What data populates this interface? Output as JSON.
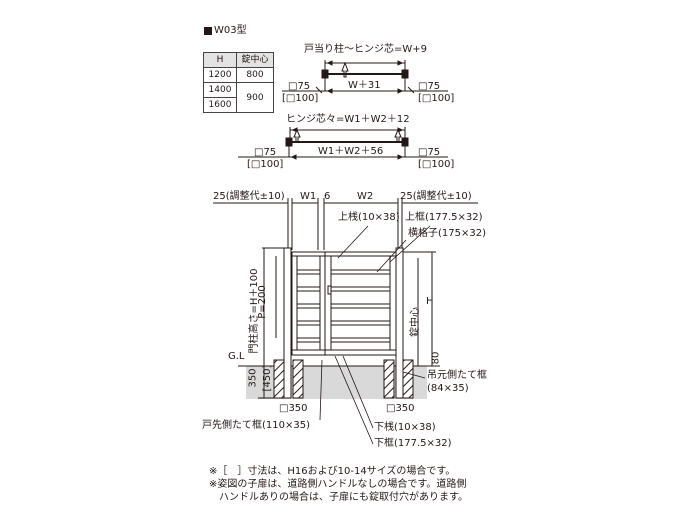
{
  "heading": "W03型",
  "table": {
    "headers": [
      "H",
      "錠中心"
    ],
    "rows": [
      {
        "h": "1200",
        "lock": "800"
      },
      {
        "h": "1400",
        "lock": "900"
      },
      {
        "h": "1600",
        "lock": ""
      }
    ]
  },
  "top_plan": {
    "title": "戸当り柱～ヒンジ芯=W+9",
    "width_label": "W＋31",
    "post_left_a": "□75",
    "post_left_b": "[□100]",
    "post_right_a": "□75",
    "post_right_b": "[□100]"
  },
  "mid_plan": {
    "title": "ヒンジ芯々=W1＋W2＋12",
    "width_label": "W1＋W2＋56",
    "post_left_a": "□75",
    "post_left_b": "[□100]",
    "post_right_a": "□75",
    "post_right_b": "[□100]"
  },
  "elevation": {
    "dim_left": "25(調整代±10)",
    "dim_w1": "W1",
    "dim_gap": "6",
    "dim_w2": "W2",
    "dim_right": "25(調整代±10)",
    "upper_bar": "上桟(10×38)",
    "upper_frame": "上框(177.5×32)",
    "lattice": "横格子(175×32)",
    "post_height": "門柱高さ=H＋100",
    "p_label": "P=200",
    "h_label": "H",
    "lock_center": "錠中心",
    "h80": "80",
    "gl": "G.L",
    "d350": "350",
    "d450": "[450]",
    "hang_side_1": "吊元側たて框",
    "hang_side_2": "(84×35)",
    "foot_left_a": "□350",
    "foot_right_a": "□350",
    "door_edge": "戸先側たて框(110×35)",
    "lower_bar": "下桟(10×38)",
    "lower_frame": "下框(177.5×32)"
  },
  "notes": [
    "※［　］寸法は、H16および10-14サイズの場合です。",
    "※姿図の子扉は、道路側ハンドルなしの場合です。道路側",
    "　ハンドルありの場合は、子扉にも錠取付穴があります。"
  ],
  "colors": {
    "line": "#231815",
    "ground": "#d9d9d9"
  }
}
